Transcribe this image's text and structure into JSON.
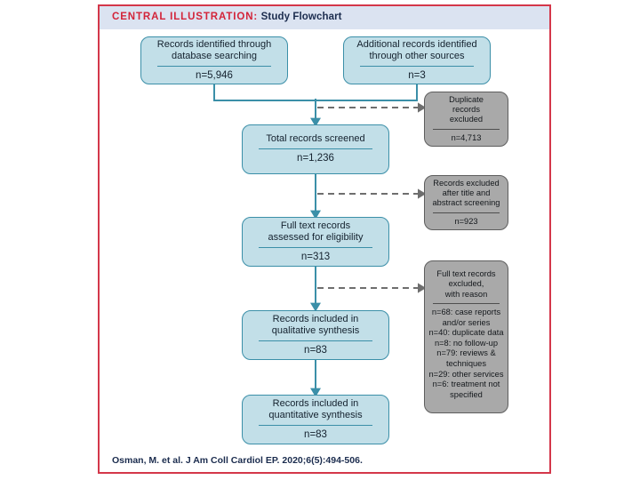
{
  "figure": {
    "header": {
      "label": "CENTRAL ILLUSTRATION:",
      "title": "Study Flowchart"
    },
    "citation": "Osman, M. et al. J Am Coll Cardiol EP. 2020;6(5):494-506.",
    "colors": {
      "frame_border": "#d4374a",
      "banner_background": "#dbe3f1",
      "label_red": "#d3243a",
      "title_navy": "#1b2c4e",
      "included_box_fill": "#c2dfe8",
      "included_box_border": "#3b8fa8",
      "excluded_box_fill": "#a9a9a9",
      "excluded_box_border": "#5e5e5e",
      "solid_connector": "#3b8fa8",
      "dashed_connector": "#6e6e6e"
    }
  },
  "flow": {
    "identification": [
      {
        "id": "records-identified-database",
        "title": "Records identified through\ndatabase searching",
        "count": "n=5,946"
      },
      {
        "id": "additional-records-other-sources",
        "title": "Additional records identified\nthrough other sources",
        "count": "n=3"
      }
    ],
    "included": [
      {
        "id": "total-records-screened",
        "title": "Total records screened",
        "count": "n=1,236"
      },
      {
        "id": "full-text-assessed",
        "title": "Full text records\nassessed for eligibility",
        "count": "n=313"
      },
      {
        "id": "qualitative-synthesis",
        "title": "Records included in\nqualitative synthesis",
        "count": "n=83"
      },
      {
        "id": "quantitative-synthesis",
        "title": "Records included in\nquantitative synthesis",
        "count": "n=83"
      }
    ],
    "excluded": [
      {
        "id": "duplicate-records-excluded",
        "title": "Duplicate\nrecords\nexcluded",
        "count": "n=4,713"
      },
      {
        "id": "excluded-title-abstract",
        "title": "Records excluded\nafter title and\nabstract screening",
        "count": "n=923"
      },
      {
        "id": "full-text-excluded-with-reason",
        "title": "Full text records\nexcluded,\nwith reason",
        "count": "n=68: case reports\nand/or series\nn=40: duplicate data\nn=8: no follow-up\nn=79: reviews &\ntechniques\nn=29: other services\nn=6: treatment not\nspecified"
      }
    ]
  }
}
